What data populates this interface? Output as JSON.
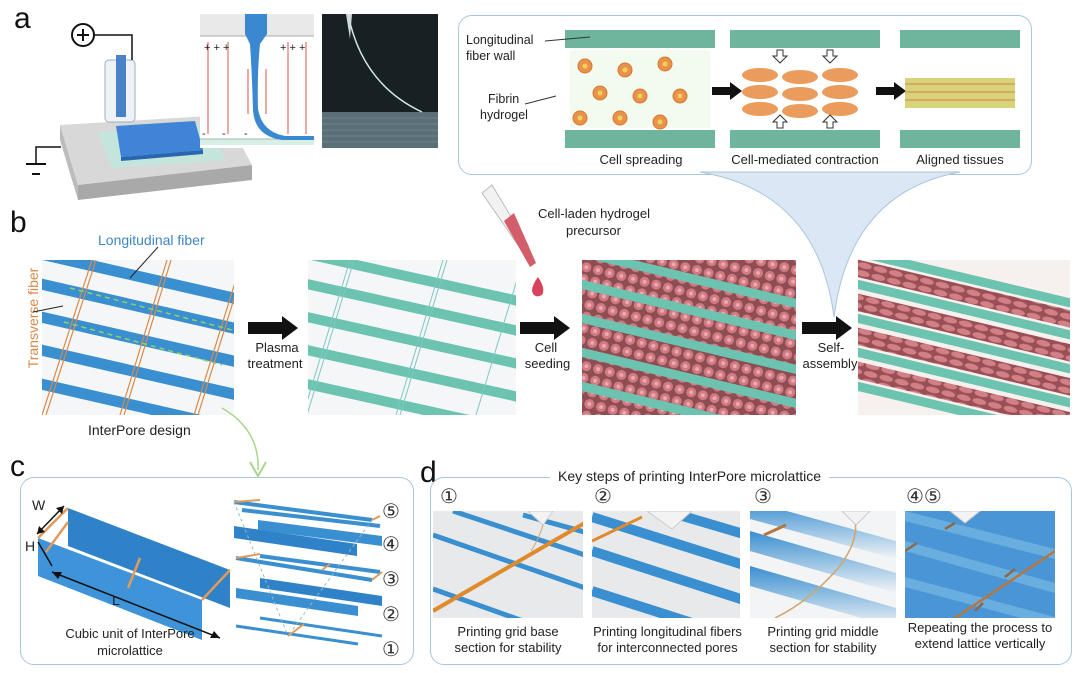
{
  "figure": {
    "panels": {
      "a": {
        "letter": "a",
        "electrode_symbols": {
          "positive": "+",
          "ground_negative": "-"
        },
        "field_charges": {
          "plus": "+ + +",
          "minus": "-"
        },
        "callout": {
          "labels": {
            "fiber_wall": "Longitudinal\nfiber wall",
            "fiber_wall_line1": "Longitudinal",
            "fiber_wall_line2": "fiber wall",
            "hydrogel_line1": "Fibrin",
            "hydrogel_line2": "hydrogel"
          },
          "stages": [
            {
              "caption": "Cell spreading"
            },
            {
              "caption": "Cell-mediated contraction"
            },
            {
              "caption": "Aligned tissues"
            }
          ]
        }
      },
      "b": {
        "letter": "b",
        "labels": {
          "longitudinal_fiber": "Longitudinal fiber",
          "transverse_fiber": "Transverse fiber",
          "design_caption": "InterPore design",
          "pipette_line1": "Cell-laden hydrogel",
          "pipette_line2": "precursor"
        },
        "steps": [
          {
            "line1": "Plasma",
            "line2": "treatment"
          },
          {
            "line1": "Cell",
            "line2": "seeding"
          },
          {
            "line1": "Self-",
            "line2": "assembly"
          }
        ],
        "colors": {
          "fiber_blue": "#3a8fd0",
          "fiber_teal": "#6cc3b0",
          "transverse_orange": "#d98a4a",
          "cell_pink": "#c9707a",
          "label_blue": "#3e86c4",
          "label_orange": "#d9874a"
        }
      },
      "c": {
        "letter": "c",
        "dims": {
          "w": "W",
          "h": "H",
          "l": "L"
        },
        "caption_line1": "Cubic unit of InterPore",
        "caption_line2": "microlattice",
        "layers": [
          "⑤",
          "④",
          "③",
          "②",
          "①"
        ]
      },
      "d": {
        "letter": "d",
        "title": "Key steps of printing InterPore microlattice",
        "steps": [
          {
            "num": "①",
            "line1": "Printing grid base",
            "line2": "section for stability"
          },
          {
            "num": "②",
            "line1": "Printing longitudinal fibers",
            "line2": "for interconnected pores"
          },
          {
            "num": "③",
            "line1": "Printing grid middle",
            "line2": "section for stability"
          },
          {
            "num": "④⑤",
            "line1": "Repeating the process to",
            "line2": "extend lattice vertically"
          }
        ]
      }
    }
  }
}
